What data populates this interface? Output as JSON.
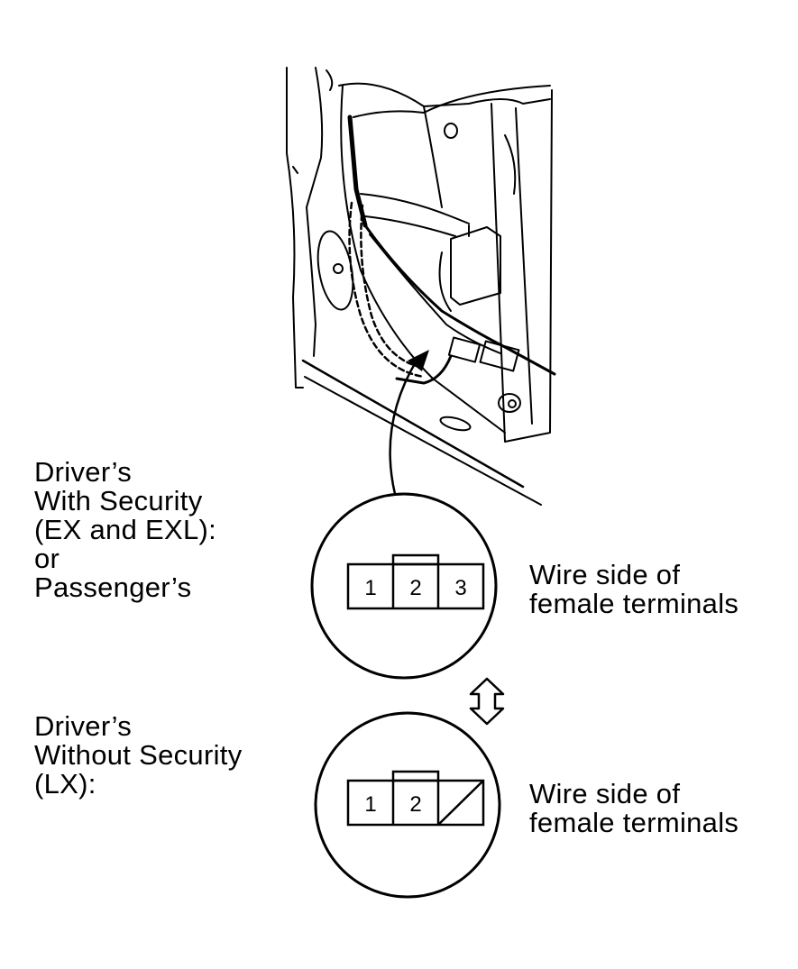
{
  "labels": {
    "driver_with_security": [
      "Driver’s",
      "With Security",
      "(EX and EXL):",
      "or",
      "Passenger’s"
    ],
    "driver_without_security": [
      "Driver’s",
      "Without Security",
      "(LX):"
    ],
    "wire_side_top": [
      "Wire side of",
      "female terminals"
    ],
    "wire_side_bottom": [
      "Wire side of",
      "female terminals"
    ]
  },
  "connector_top": {
    "pins": [
      "1",
      "2",
      "3"
    ]
  },
  "connector_bottom": {
    "pins": [
      "1",
      "2"
    ]
  },
  "colors": {
    "ink": "#000000",
    "paper": "#ffffff"
  }
}
